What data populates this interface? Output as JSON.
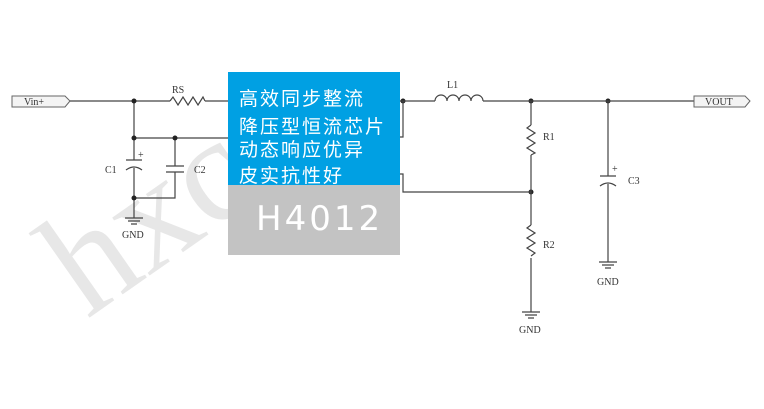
{
  "watermark": "hxc",
  "components": {
    "vin": "Vin+",
    "rs": "RS",
    "c1": "C1",
    "c2": "C2",
    "gnd": "GND",
    "l1": "L1",
    "r1": "R1",
    "r2": "R2",
    "c3": "C3",
    "vout": "VOUT",
    "plus": "+"
  },
  "chip": {
    "lines": [
      "高效同步整流",
      "降压型恒流芯片",
      "动态响应优异",
      "皮实抗性好"
    ],
    "model": "H4012",
    "colors": {
      "banner": "#00a0e3",
      "model_bg": "#c3c3c3"
    }
  }
}
